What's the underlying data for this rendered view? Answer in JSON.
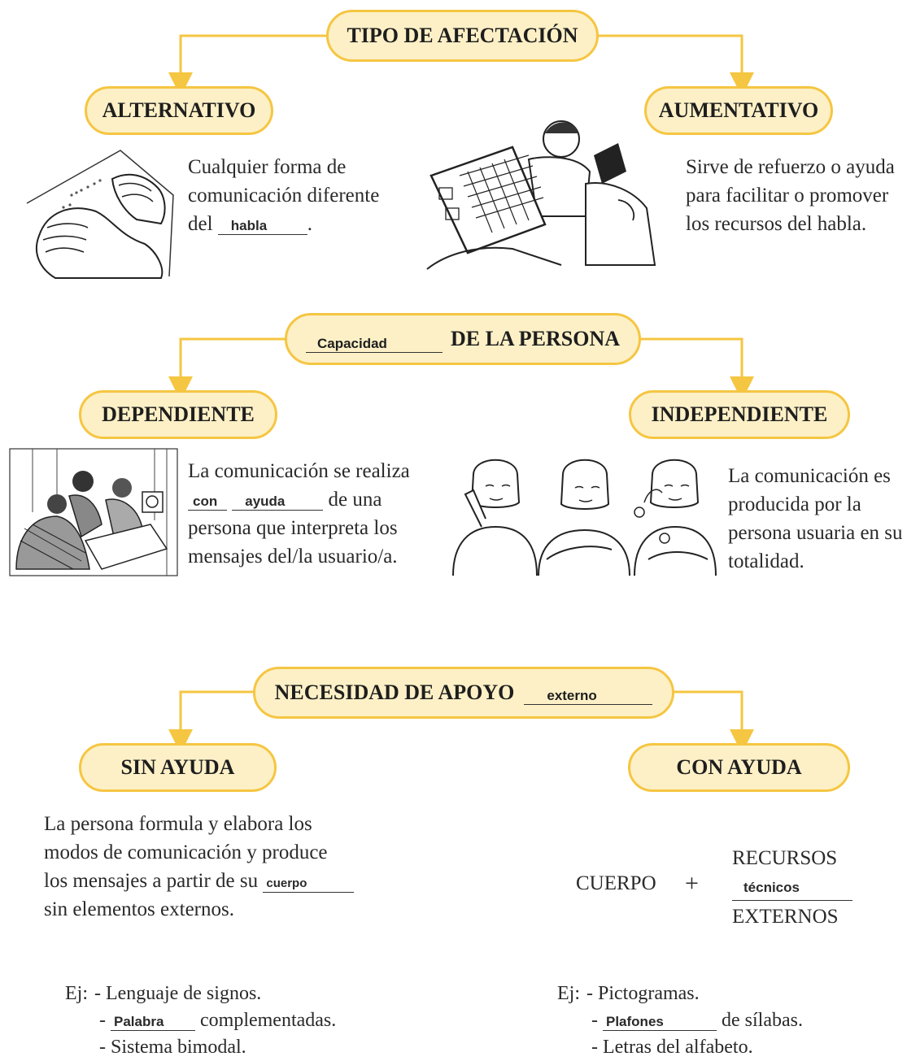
{
  "section1": {
    "title": "TIPO DE AFECTACIÓN",
    "left": {
      "label": "ALTERNATIVO",
      "text_l1": "Cualquier forma de",
      "text_l2": "comunicación diferente",
      "text_l3_pre": "del",
      "blank": "habla",
      "text_l3_post": "."
    },
    "right": {
      "label": "AUMENTATIVO",
      "text_l1": "Sirve de refuerzo o ayuda",
      "text_l2": "para facilitar o promover",
      "text_l3": "los recursos del habla."
    }
  },
  "section2": {
    "title_blank": "Capacidad",
    "title_rest": "DE LA PERSONA",
    "left": {
      "label": "DEPENDIENTE",
      "text_l1": "La comunicación se realiza",
      "blank1": "con",
      "blank2": "ayuda",
      "text_l2_post": "de una",
      "text_l3": "persona que interpreta los",
      "text_l4": "mensajes del/la usuario/a."
    },
    "right": {
      "label": "INDEPENDIENTE",
      "text_l1": "La comunicación es",
      "text_l2": "producida por la",
      "text_l3": "persona usuaria en su",
      "text_l4": "totalidad."
    }
  },
  "section3": {
    "title": "NECESIDAD DE APOYO",
    "title_blank": "externo",
    "left": {
      "label": "SIN AYUDA",
      "text_l1": "La persona formula y elabora los",
      "text_l2": "modos de comunicación y produce",
      "text_l3_pre": "los mensajes a partir de su",
      "blank": "cuerpo",
      "text_l4": "sin elementos externos.",
      "ex_prefix": "Ej:",
      "ex1": "- Lenguaje de signos.",
      "ex2_dash": "-",
      "ex2_blank": "Palabra",
      "ex2_post": "complementadas.",
      "ex3": "- Sistema bimodal."
    },
    "right": {
      "label": "CON AYUDA",
      "formula_left": "CUERPO",
      "formula_plus": "+",
      "formula_top": "RECURSOS",
      "formula_blank": "técnicos",
      "formula_bottom": "EXTERNOS",
      "ex_prefix": "Ej:",
      "ex1": "- Pictogramas.",
      "ex2_dash": "-",
      "ex2_blank": "Plafones",
      "ex2_post": "de sílabas.",
      "ex3": "- Letras del alfabeto."
    }
  },
  "colors": {
    "pill_fill": "#fdf0c6",
    "pill_border": "#f5c642",
    "connector": "#f5c642"
  }
}
